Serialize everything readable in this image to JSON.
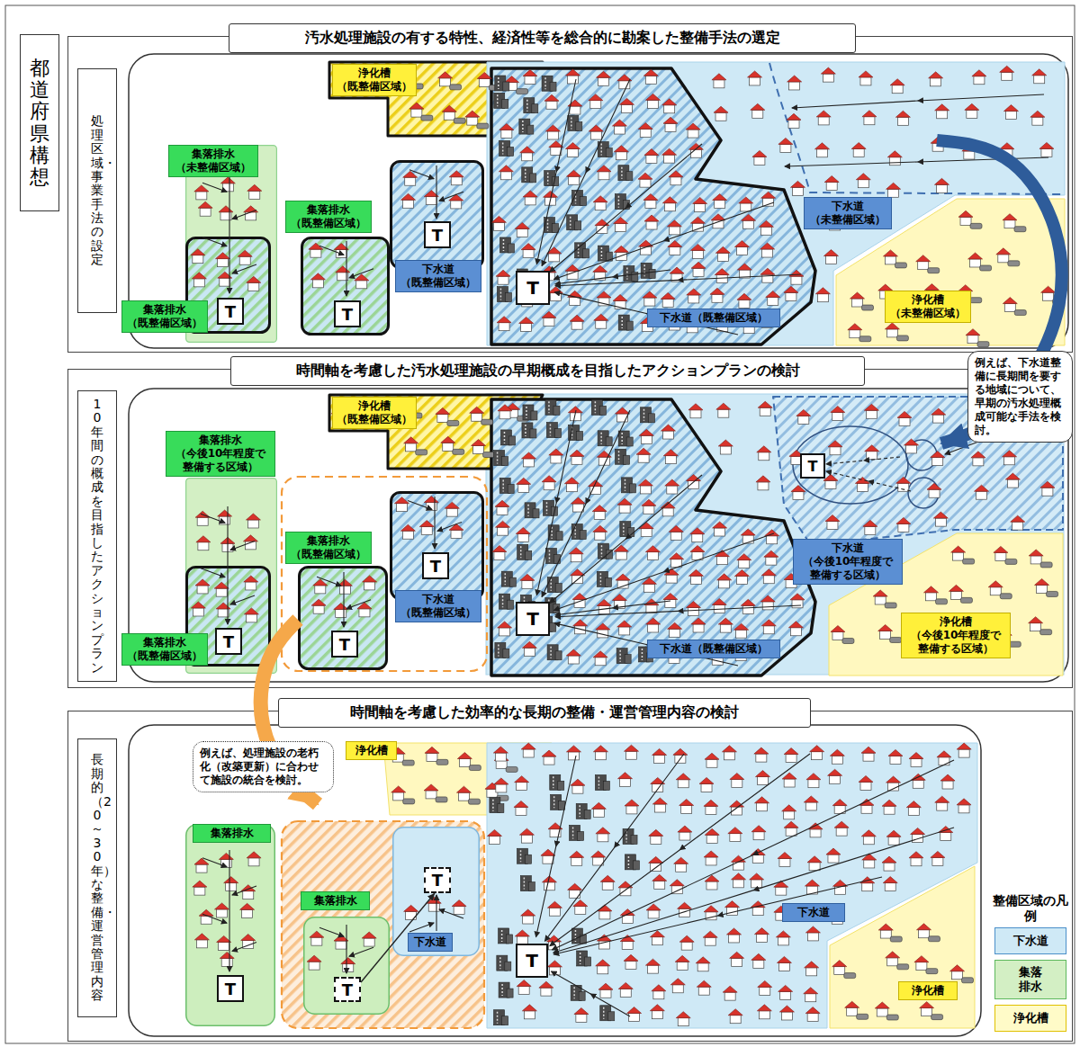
{
  "diagram": {
    "nodes": [
      {
        "text": [
          "都道府県構想"
        ]
      },
      {
        "text": [
          "汚水処理施設の有する特性、経済性等を総合的に勘案した整備手法の選定"
        ]
      },
      {
        "text": [
          "処理区域・事業手法の設定"
        ],
        "in": 1
      },
      {
        "text": [
          "浄化槽 （既整備区域）"
        ],
        "in": 1
      },
      {
        "text": [
          "集落排水 （未整備区域）"
        ],
        "in": 1
      },
      {
        "text": [
          "集落排水 （既整備区域）"
        ],
        "in": 4
      },
      {
        "text": [
          "T"
        ],
        "in": 5
      },
      {
        "text": [
          "集落排水 （既整備区域）"
        ],
        "in": 1
      },
      {
        "text": [
          "T"
        ],
        "in": 7
      },
      {
        "text": [
          "下水道 （既整備区域）"
        ],
        "in": 1
      },
      {
        "text": [
          "T"
        ],
        "in": 9
      },
      {
        "text": [
          "下水道 （未整備区域）"
        ],
        "in": 1
      },
      {
        "text": [
          "下水道（既整備区域）"
        ],
        "in": 11
      },
      {
        "text": [
          "T"
        ],
        "in": 12
      },
      {
        "text": [
          "浄化槽 （未整備区域）"
        ],
        "in": 1
      },
      {
        "text": [
          "例えば、下水道整備に長期間を要する地域について、早期の汚水処理概成可能な手法を検討。"
        ]
      },
      {
        "text": [
          "時間軸を考慮した汚水処理施設の早期概成を目指したアクションプランの検討"
        ]
      },
      {
        "text": [
          "10年間の概成を目指したアクションプラン"
        ],
        "in": 16
      },
      {
        "text": [
          "浄化槽 （既整備区域）"
        ],
        "in": 16
      },
      {
        "text": [
          "集落排水 （今後10年程度で 整備する区域）"
        ],
        "in": 16
      },
      {
        "text": [
          "集落排水 （既整備区域）"
        ],
        "in": 19
      },
      {
        "text": [
          "T"
        ],
        "in": 20
      },
      {
        "text": [
          "集落排水 （既整備区域）"
        ],
        "in": 16
      },
      {
        "text": [
          "T"
        ],
        "in": 22
      },
      {
        "text": [
          "下水道 （既整備区域）"
        ],
        "in": 16
      },
      {
        "text": [
          "T"
        ],
        "in": 24
      },
      {
        "text": [
          "下水道（既整備区域）"
        ],
        "in": 16
      },
      {
        "text": [
          "T"
        ],
        "in": 26
      },
      {
        "text": [
          "下水道 （今後10年程度で 整備する区域）"
        ],
        "in": 16
      },
      {
        "text": [
          "T"
        ],
        "in": 28
      },
      {
        "text": [
          "浄化槽 （今後10年程度で 整備する区域）"
        ],
        "in": 16
      },
      {
        "text": [
          "時間軸を考慮した効率的な長期の整備・運営管理内容の検討"
        ]
      },
      {
        "text": [
          "長期的（20～30年）な整備・運営管理内容"
        ],
        "in": 31
      },
      {
        "text": [
          "例えば、処理施設の老朽化（改築更新）に合わせて施設の統合を検討。"
        ],
        "in": 31
      },
      {
        "text": [
          "浄化槽"
        ],
        "in": 31
      },
      {
        "text": [
          "集落排水"
        ],
        "in": 31
      },
      {
        "text": [
          "T"
        ],
        "in": 35
      },
      {
        "text": [
          "集落排水"
        ],
        "in": 31
      },
      {
        "text": [
          "T"
        ],
        "in": 37
      },
      {
        "text": [
          "下水道"
        ],
        "in": 31
      },
      {
        "text": [
          "T"
        ],
        "in": 39
      },
      {
        "text": [
          "下水道"
        ],
        "in": 31
      },
      {
        "text": [
          "T"
        ],
        "in": 41
      },
      {
        "text": [
          "浄化槽"
        ],
        "in": 31
      }
    ],
    "edges": [
      {
        "from": 11,
        "to": 28,
        "arrow": "to"
      },
      {
        "from": 22,
        "to": 37,
        "arrow": "to"
      },
      {
        "from": 38,
        "to": 40,
        "arrow": "to"
      }
    ],
    "labels": [
      "整備区域の凡例"
    ],
    "legend": [
      {
        "text": "下水道",
        "color": "#cfe9f6"
      },
      {
        "text": "集落排水",
        "color": "#d3efc4"
      },
      {
        "text": "浄化槽",
        "color": "#fffbc8"
      }
    ]
  }
}
